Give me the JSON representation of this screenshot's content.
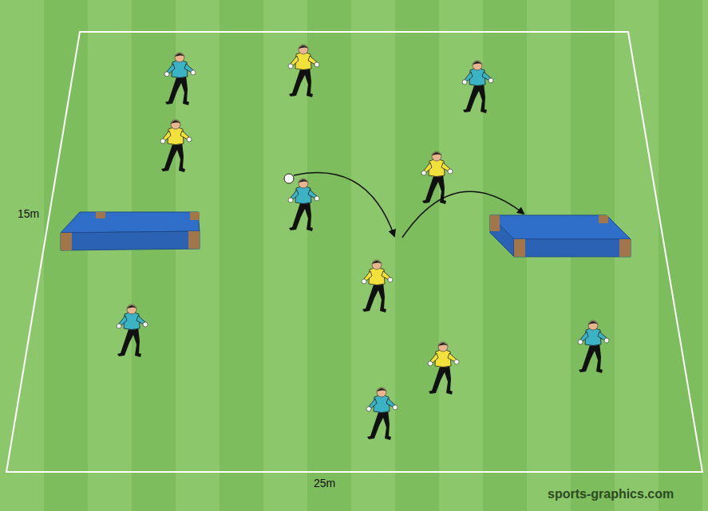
{
  "diagram": {
    "labels": [
      "15m",
      "25m",
      "sports-graphics.com"
    ]
  }
}
